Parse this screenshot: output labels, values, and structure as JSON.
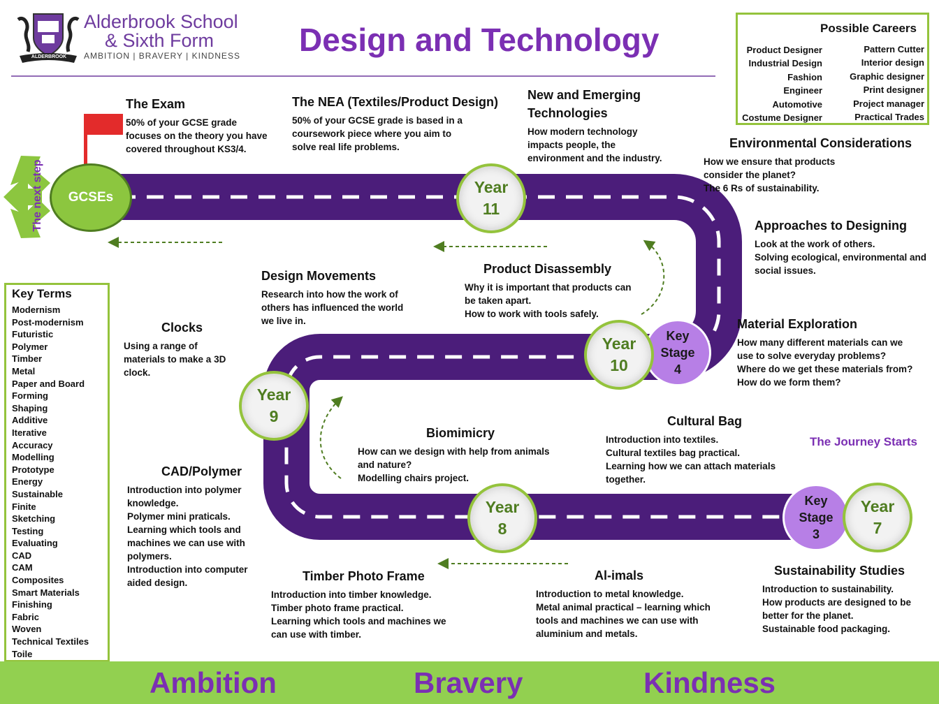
{
  "school": {
    "name_line1": "Alderbrook School",
    "name_line2": "& Sixth Form",
    "motto": "AMBITION | BRAVERY | KINDNESS",
    "crest_text": "ALDERBROOK"
  },
  "page_title": "Design and Technology",
  "careers": {
    "title": "Possible Careers",
    "left": [
      "Product Designer",
      "Industrial Design",
      "Fashion",
      "Engineer",
      "Automotive",
      "Costume Designer"
    ],
    "right": [
      "Pattern Cutter",
      "Interior design",
      "Graphic designer",
      "Print designer",
      "Project manager",
      "Practical Trades"
    ]
  },
  "key_terms": {
    "title": "Key Terms",
    "items": [
      "Modernism",
      "Post-modernism",
      "Futuristic",
      "Polymer",
      "Timber",
      "Metal",
      "Paper and Board",
      "Forming",
      "Shaping",
      "Additive",
      "Iterative",
      "Accuracy",
      "Modelling",
      "Prototype",
      "Energy",
      "Sustainable",
      "Finite",
      "Sketching",
      "Testing",
      "Evaluating",
      "CAD",
      "CAM",
      "Composites",
      "Smart Materials",
      "Finishing",
      "Fabric",
      "Woven",
      "Technical Textiles",
      "Toile"
    ]
  },
  "markers": {
    "gcses": "GCSEs",
    "next_step": "The next step",
    "year11": [
      "Year",
      "11"
    ],
    "year10": [
      "Year",
      "10"
    ],
    "year9": [
      "Year",
      "9"
    ],
    "year8": [
      "Year",
      "8"
    ],
    "year7": [
      "Year",
      "7"
    ],
    "ks4": [
      "Key",
      "Stage",
      "4"
    ],
    "ks3": [
      "Key",
      "Stage",
      "3"
    ],
    "journey_starts": "The Journey Starts"
  },
  "topics": {
    "exam": {
      "title": "The Exam",
      "lines": [
        "50% of your GCSE grade",
        "focuses on the theory you have",
        "covered throughout KS3/4."
      ]
    },
    "nea": {
      "title": "The NEA (Textiles/Product Design)",
      "lines": [
        "50% of your GCSE grade is based in a",
        "coursework piece where you aim to",
        "solve real life problems."
      ]
    },
    "emerging": {
      "title_lines": [
        "New and Emerging",
        "Technologies"
      ],
      "lines": [
        "How modern technology",
        "impacts people, the",
        "environment and the industry."
      ]
    },
    "environment": {
      "title": "Environmental Considerations",
      "lines": [
        "How we ensure that products",
        "consider the planet?",
        "The 6 Rs of sustainability."
      ]
    },
    "approaches": {
      "title": "Approaches  to Designing",
      "lines": [
        "Look at the work of others.",
        "Solving ecological, environmental and",
        "social issues."
      ]
    },
    "material": {
      "title": "Material Exploration",
      "lines": [
        "How many different materials can we",
        "use to solve everyday problems?",
        "Where do we get these materials from?",
        "How do we form them?"
      ]
    },
    "disassembly": {
      "title": "Product Disassembly",
      "lines": [
        "Why it is important that products can",
        "be taken apart.",
        "How to work with tools safely."
      ]
    },
    "movements": {
      "title": "Design Movements",
      "lines": [
        "Research into how the work of",
        "others has influenced the world",
        "we live in."
      ]
    },
    "clocks": {
      "title": "Clocks",
      "lines": [
        "Using a range of",
        "materials to make a 3D",
        "clock."
      ]
    },
    "biomimicry": {
      "title": "Biomimicry",
      "lines": [
        "How can we design with help from animals",
        "and nature?",
        "Modelling chairs project."
      ]
    },
    "cultural": {
      "title": "Cultural  Bag",
      "lines": [
        "Introduction into textiles.",
        "Cultural textiles bag practical.",
        "Learning how we can attach materials",
        "together."
      ]
    },
    "cad": {
      "title": "CAD/Polymer",
      "lines": [
        "Introduction into polymer",
        "knowledge.",
        "Polymer mini praticals.",
        "Learning which tools and",
        "machines we can use with",
        "polymers.",
        "Introduction into computer",
        "aided design."
      ]
    },
    "timber": {
      "title": "Timber Photo Frame",
      "lines": [
        "Introduction into timber knowledge.",
        "Timber photo frame practical.",
        "Learning which tools and machines we",
        "can use with timber."
      ]
    },
    "aimals": {
      "title": "Al-imals",
      "lines": [
        "Introduction to metal knowledge.",
        "Metal animal practical – learning which",
        "tools and machines we can use with",
        "aluminium and metals."
      ]
    },
    "sustainability": {
      "title": "Sustainability Studies",
      "lines": [
        "Introduction to sustainability.",
        "How  products  are  designed  to  be",
        "better for the planet.",
        "Sustainable food packaging."
      ]
    }
  },
  "footer": {
    "words": [
      "Ambition",
      "Bravery",
      "Kindness"
    ]
  },
  "colors": {
    "purple": "#4b1d7a",
    "green": "#94c33c",
    "dark_green": "#4f7d21",
    "lilac": "#b77fe6",
    "footer_bg": "#92d050",
    "title_purple": "#7b2fb3",
    "flag_red": "#e32b2b"
  }
}
